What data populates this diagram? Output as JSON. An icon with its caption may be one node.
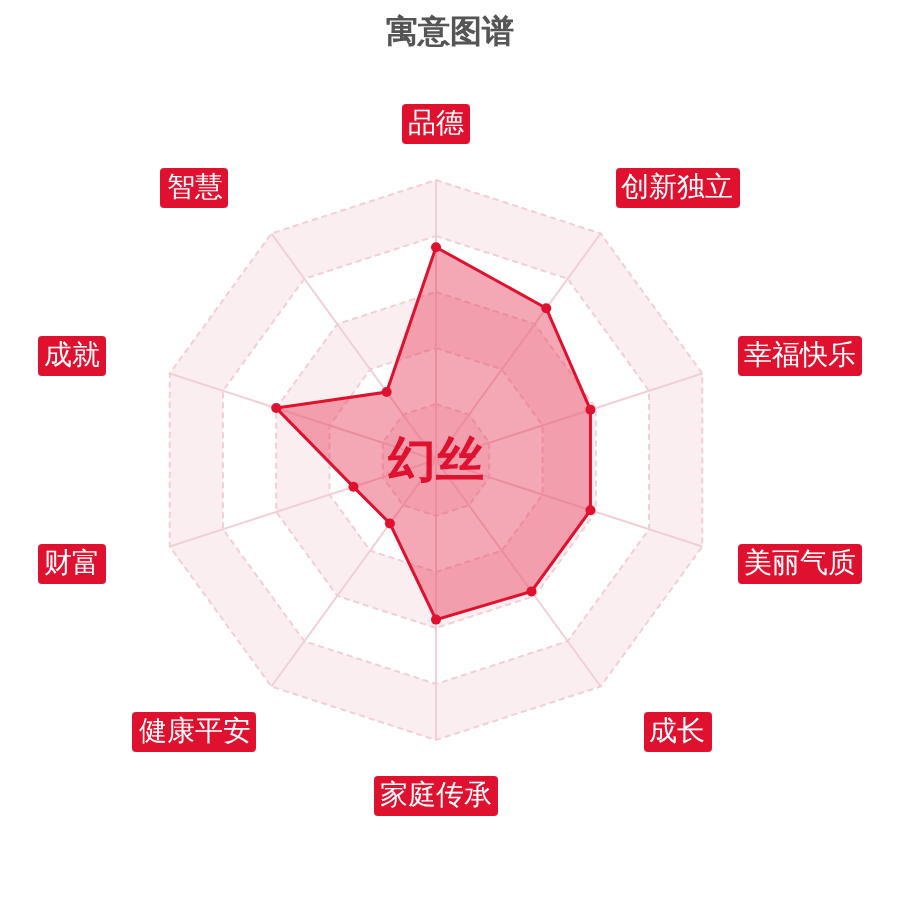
{
  "diagram": {
    "title": "寓意图谱",
    "labels": [
      "幻丝",
      "品德",
      "创新独立",
      "幸福快乐",
      "美丽气质",
      "成长",
      "家庭传承",
      "健康平安",
      "财富",
      "成就",
      "智慧"
    ]
  }
}
